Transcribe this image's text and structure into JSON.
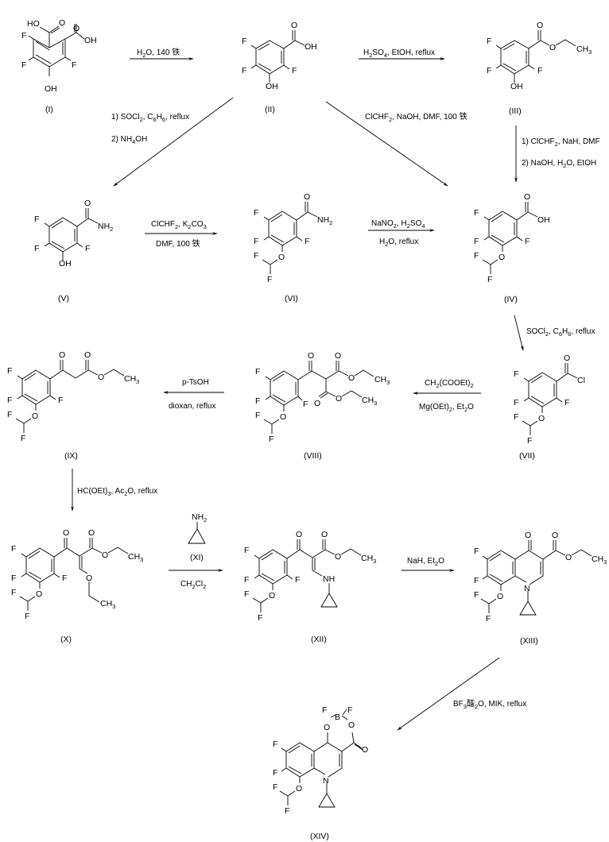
{
  "title": "Synthesis scheme of difluoroboron chelate of 1-cyclopropyl-8-difluoromethoxy-6,7-difluoro-4-oxoquinoline-3-carboxylic acid",
  "compounds": [
    {
      "id": "I",
      "label": "(I)"
    },
    {
      "id": "II",
      "label": "(II)"
    },
    {
      "id": "III",
      "label": "(III)"
    },
    {
      "id": "IV",
      "label": "(IV)"
    },
    {
      "id": "V",
      "label": "(V)"
    },
    {
      "id": "VI",
      "label": "(VI)"
    },
    {
      "id": "VII",
      "label": "(VII)"
    },
    {
      "id": "VIII",
      "label": "(VIII)"
    },
    {
      "id": "IX",
      "label": "(IX)"
    },
    {
      "id": "X",
      "label": "(X)"
    },
    {
      "id": "XI",
      "label": "(XI)"
    },
    {
      "id": "XII",
      "label": "(XII)"
    },
    {
      "id": "XIII",
      "label": "(XIII)"
    },
    {
      "id": "XIV",
      "label": "(XIV)"
    }
  ],
  "reactions": [
    {
      "from": "I",
      "to": "II",
      "conditions": [
        "H2O, 140 铁"
      ]
    },
    {
      "from": "II",
      "to": "III",
      "conditions": [
        "H2SO4, EtOH, reflux"
      ]
    },
    {
      "from": "II",
      "to": "V",
      "conditions": [
        "1) SOCl2, C6H6, reflux",
        "2) NH4OH"
      ]
    },
    {
      "from": "II",
      "to": "IV",
      "conditions": [
        "ClCHF2, NaOH, DMF, 100 铁"
      ]
    },
    {
      "from": "III",
      "to": "IV",
      "conditions": [
        "1) ClCHF2, NaH, DMF",
        "2) NaOH, H2O, EtOH"
      ]
    },
    {
      "from": "V",
      "to": "VI",
      "conditions": [
        "ClCHF2, K2CO3",
        "DMF, 100 铁"
      ]
    },
    {
      "from": "VI",
      "to": "IV",
      "conditions": [
        "NaNO2, H2SO4",
        "H2O, reflux"
      ]
    },
    {
      "from": "IV",
      "to": "VII",
      "conditions": [
        "SOCl2, C6H6, reflux"
      ]
    },
    {
      "from": "VII",
      "to": "VIII",
      "conditions": [
        "CH2(COOEt)2",
        "Mg(OEt)2, Et2O"
      ]
    },
    {
      "from": "VIII",
      "to": "IX",
      "conditions": [
        "p-TsOH",
        "dioxan, reflux"
      ]
    },
    {
      "from": "IX",
      "to": "X",
      "conditions": [
        "HC(OEt)3, Ac2O, reflux"
      ]
    },
    {
      "from": "X",
      "to": "XII",
      "conditions": [
        "(XI)",
        "CH2Cl2"
      ]
    },
    {
      "from": "XII",
      "to": "XIII",
      "conditions": [
        "NaH, Et2O"
      ]
    },
    {
      "from": "XIII",
      "to": "XIV",
      "conditions": [
        "BF3醓2O, MIK, reflux"
      ]
    }
  ],
  "atoms": {
    "F": "F",
    "O": "O",
    "OH": "OH",
    "HO": "HO",
    "N": "N",
    "NH": "NH",
    "NH2": "NH",
    "CH3": "CH",
    "Cl": "Cl",
    "B": "B",
    "two": "2",
    "three": "3"
  },
  "cond_text": {
    "r1_a": "H",
    "r1_b": "O, 140 铁",
    "r2_a": "H",
    "r2_b": "SO",
    "r2_c": ", EtOH, reflux",
    "r3_1a": "1) SOCl",
    "r3_1b": ", C",
    "r3_1c": "H",
    "r3_1d": ", reflux",
    "r3_2a": "2) NH",
    "r3_2b": "OH",
    "r4_a": "ClCHF",
    "r4_b": ", NaOH, DMF, 100 铁",
    "r5_1a": "1) ClCHF",
    "r5_1b": ", NaH, DMF",
    "r5_2a": "2) NaOH, H",
    "r5_2b": "O, EtOH",
    "r6_1a": "ClCHF",
    "r6_1b": ", K",
    "r6_1c": "CO",
    "r6_2": "DMF, 100 铁",
    "r7_1a": "NaNO",
    "r7_1b": ", H",
    "r7_1c": "SO",
    "r7_2a": "H",
    "r7_2b": "O, reflux",
    "r8_a": "SOCl",
    "r8_b": ", C",
    "r8_c": "H",
    "r8_d": ", reflux",
    "r9_1a": "CH",
    "r9_1b": "(COOEt)",
    "r9_2a": "Mg(OEt)",
    "r9_2b": ", Et",
    "r9_2c": "O",
    "r10_1": "p-TsOH",
    "r10_2": "dioxan, reflux",
    "r11_a": "HC(OEt)",
    "r11_b": ", Ac",
    "r11_c": "O, reflux",
    "r12_2a": "CH",
    "r12_2b": "Cl",
    "r13_a": "NaH, Et",
    "r13_b": "O",
    "r14_a": "BF",
    "r14_b": "醓",
    "r14_c": "O, MIK, reflux",
    "six": "6",
    "four": "4"
  }
}
